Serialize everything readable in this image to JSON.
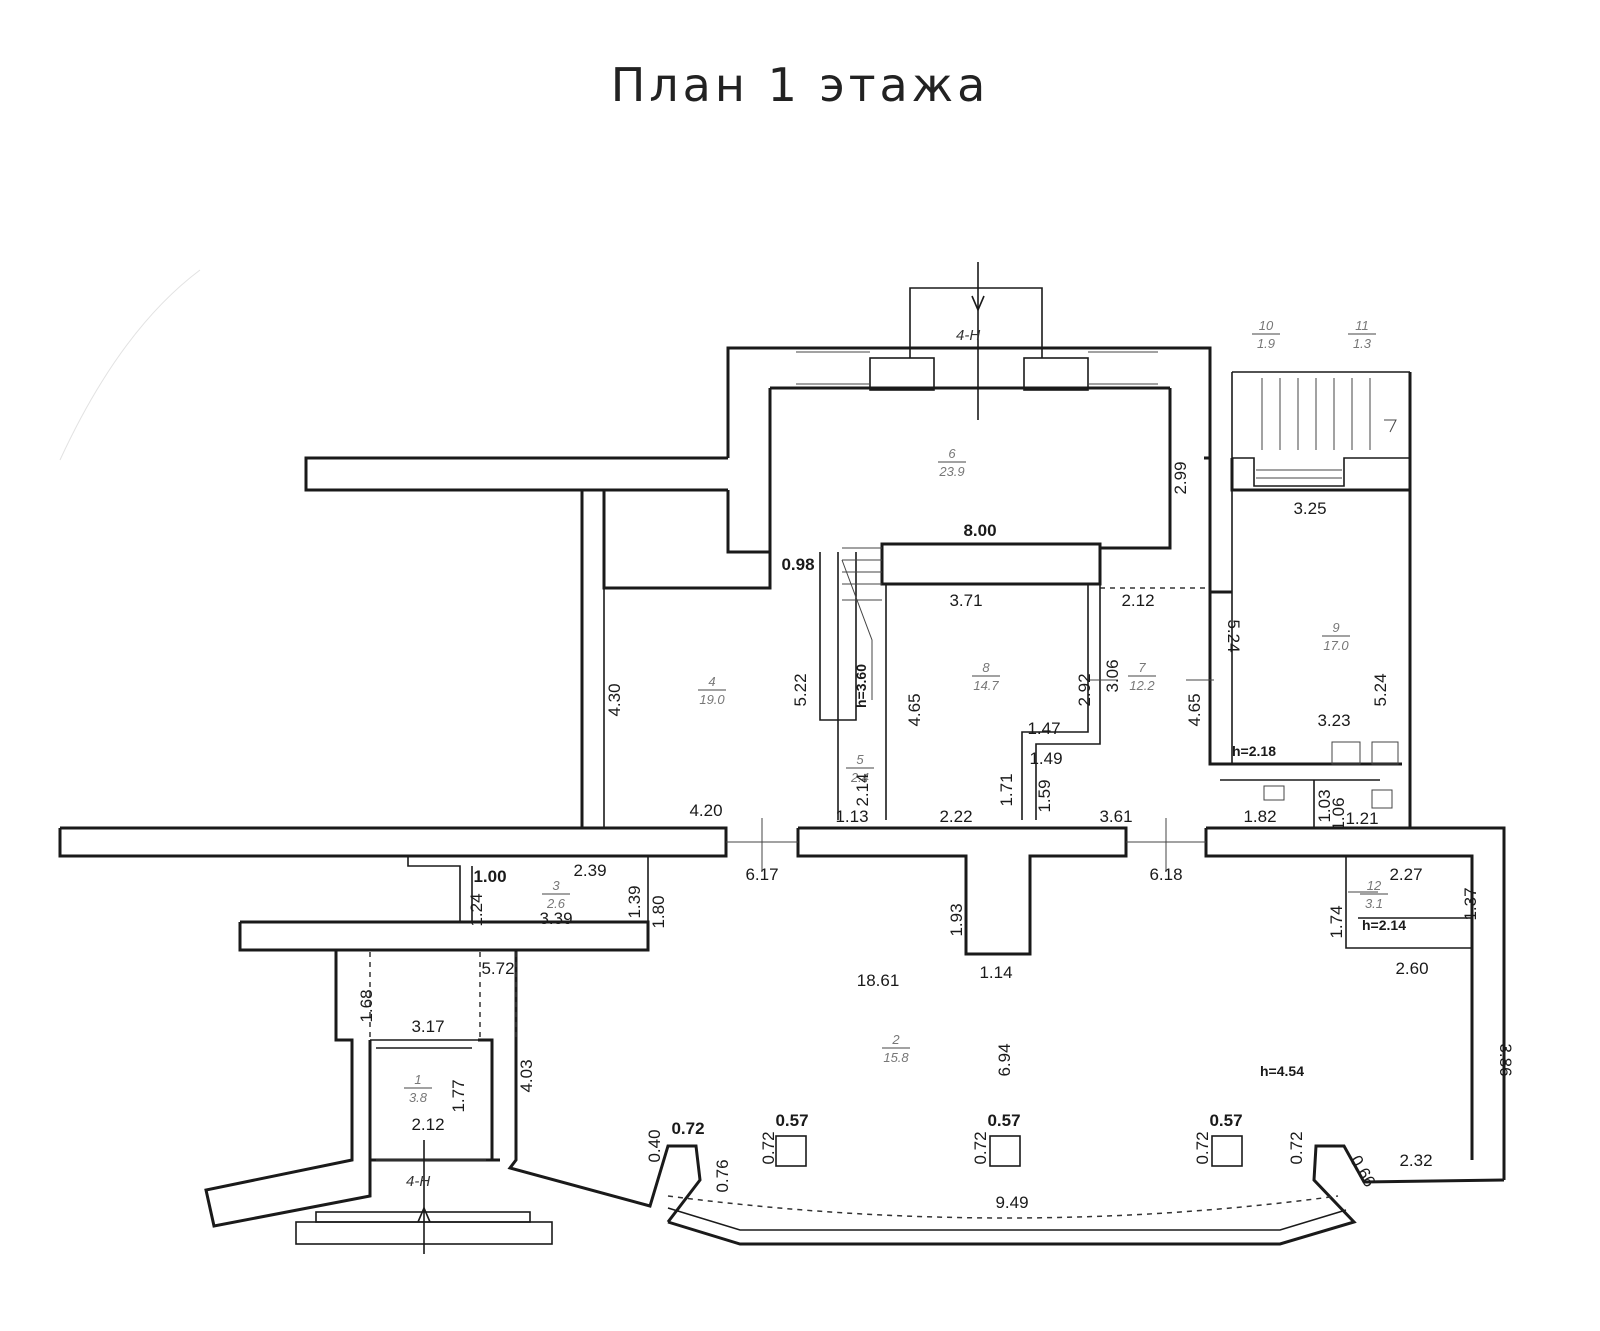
{
  "title": "План 1 этажа",
  "rooms": [
    {
      "num": "1",
      "area": "3.8"
    },
    {
      "num": "2",
      "area": "15.8"
    },
    {
      "num": "3",
      "area": "2.6"
    },
    {
      "num": "4",
      "area": "19.0"
    },
    {
      "num": "5",
      "area": "2.4"
    },
    {
      "num": "6",
      "area": "23.9"
    },
    {
      "num": "7",
      "area": "12.2"
    },
    {
      "num": "8",
      "area": "14.7"
    },
    {
      "num": "9",
      "area": "17.0"
    },
    {
      "num": "10",
      "area": "1.9"
    },
    {
      "num": "11",
      "area": "1.3"
    },
    {
      "num": "12",
      "area": "3.1"
    }
  ],
  "section_marks": {
    "top": "4-H",
    "bottom": "4-H"
  },
  "heights": {
    "room2": "h=4.54",
    "room9": "h=2.18",
    "room12": "h=2.14",
    "stair": "h=3.60"
  },
  "dimensions": [
    "8.00",
    "2.99",
    "3.25",
    "0.98",
    "3.71",
    "2.12",
    "5.24",
    "5.24",
    "4.30",
    "5.22",
    "4.65",
    "2.92",
    "3.06",
    "4.65",
    "3.23",
    "1.47",
    "1.49",
    "1.71",
    "1.59",
    "2.14",
    "1.13",
    "2.22",
    "3.61",
    "4.20",
    "1.82",
    "1.03",
    "1.06",
    "1.21",
    "6.17",
    "6.18",
    "1.00",
    "2.39",
    "1.24",
    "1.39",
    "1.80",
    "3.39",
    "1.93",
    "1.14",
    "2.27",
    "1.74",
    "1.37",
    "2.60",
    "5.72",
    "1.68",
    "3.17",
    "4.03",
    "1.77",
    "2.12",
    "18.61",
    "6.94",
    "3.86",
    "0.40",
    "0.72",
    "0.76",
    "0.72",
    "0.57",
    "0.72",
    "0.57",
    "0.72",
    "0.57",
    "0.72",
    "0.66",
    "2.32",
    "9.49"
  ]
}
